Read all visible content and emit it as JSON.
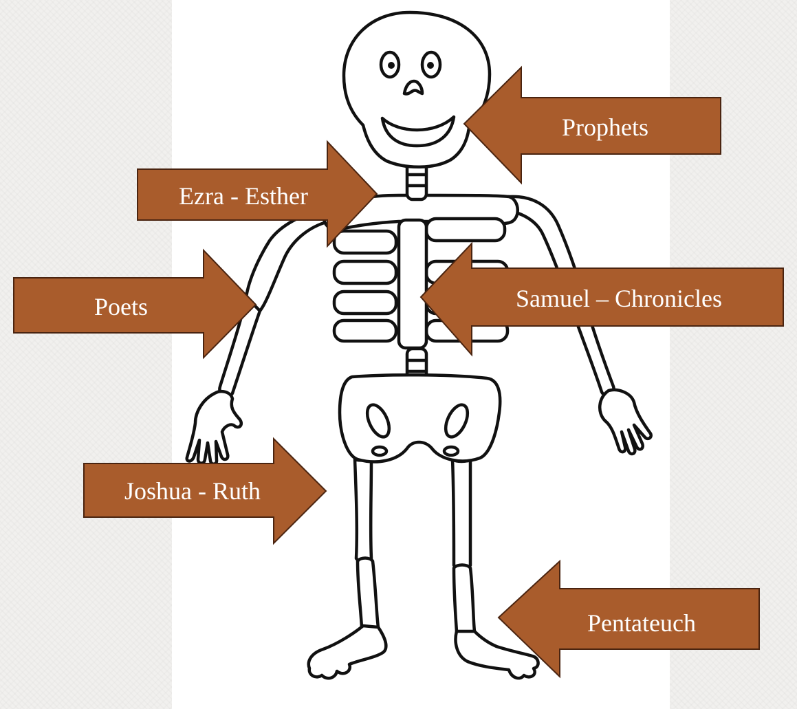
{
  "colors": {
    "arrow_fill": "#a95c2c",
    "arrow_stroke": "#4a2410",
    "label_text": "#ffffff",
    "ink": "#111111"
  },
  "labels": {
    "prophets": "Prophets",
    "ezra_esther": "Ezra - Esther",
    "poets": "Poets",
    "samuel_chronicles": "Samuel – Chronicles",
    "joshua_ruth": "Joshua - Ruth",
    "pentateuch": "Pentateuch"
  }
}
